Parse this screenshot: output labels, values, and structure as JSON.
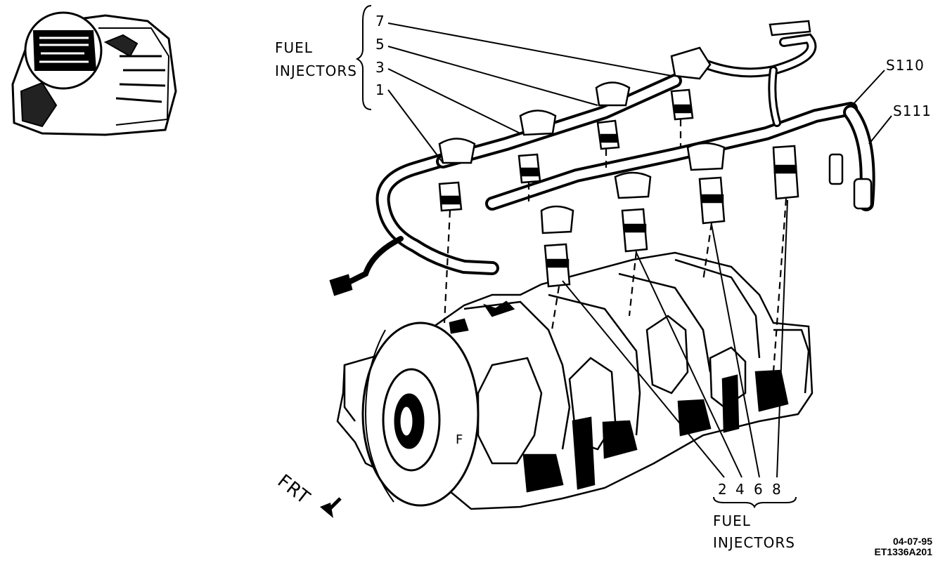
{
  "labels": {
    "fuel_top_line1": "FUEL",
    "fuel_top_line2": "INJECTORS",
    "fuel_bottom_line1": "FUEL",
    "fuel_bottom_line2": "INJECTORS",
    "splice_1": "S110",
    "splice_2": "S111",
    "direction": "FRT"
  },
  "injectors_odd": [
    "7",
    "5",
    "3",
    "1"
  ],
  "injectors_even": [
    "2",
    "4",
    "6",
    "8"
  ],
  "footer": {
    "date_code": "04-07-95",
    "figure_code": "ET1336A201"
  }
}
